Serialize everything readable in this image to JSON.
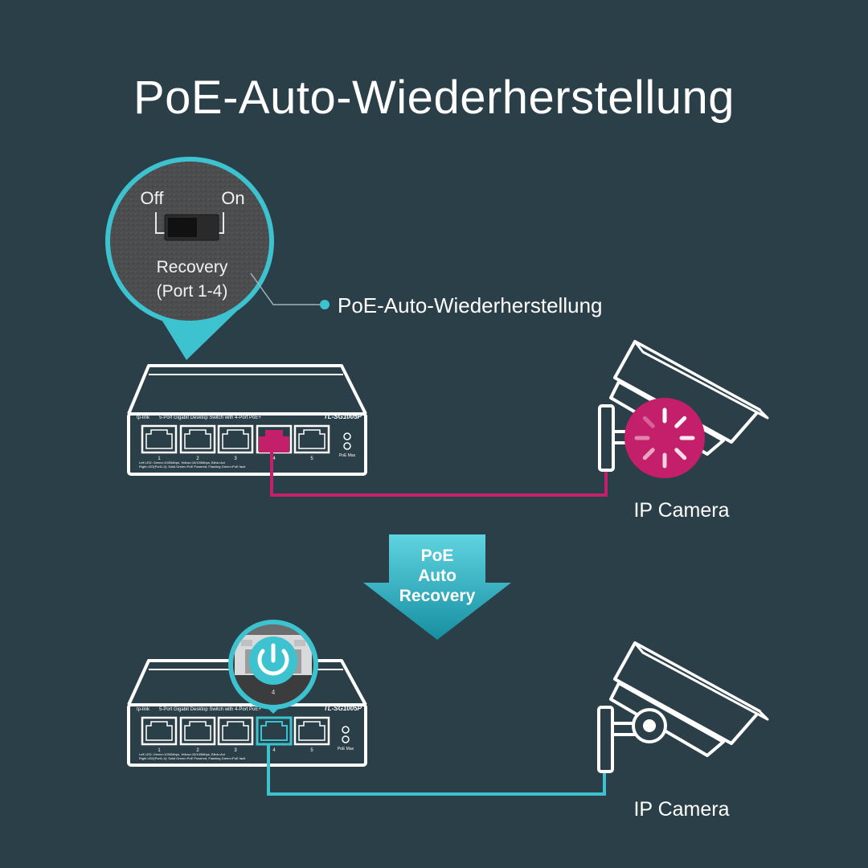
{
  "title": "PoE-Auto-Wiederherstellung",
  "callout": {
    "off_label": "Off",
    "on_label": "On",
    "switch_label_line1": "Recovery",
    "switch_label_line2": "(Port 1-4)",
    "feature_label": "PoE-Auto-Wiederherstellung"
  },
  "switch": {
    "brand": "tp-link",
    "description": "5-Port Gigabit Desktop Switch with 4-Port PoE+",
    "model": "TL-SG1005P",
    "port_numbers": [
      "1",
      "2",
      "3",
      "4",
      "5"
    ],
    "led_line1": "Left LED:  Green=1000Mbps, Yellow=10/100Mbps, Blink=Act",
    "led_line2": "Right LED(Port1-4):  Solid Green=PoE Powered, Flashing Green=PoE fault",
    "poe_max_label": "PoE Max",
    "zoom_port_number": "4"
  },
  "camera_label_top": "IP Camera",
  "camera_label_bottom": "IP Camera",
  "arrow": {
    "line1": "PoE",
    "line2": "Auto",
    "line3": "Recovery"
  },
  "colors": {
    "background": "#2b3f48",
    "fault": "#c41f6a",
    "recovered": "#3cc3cf",
    "teal_arrow": "#1fa3b6"
  }
}
